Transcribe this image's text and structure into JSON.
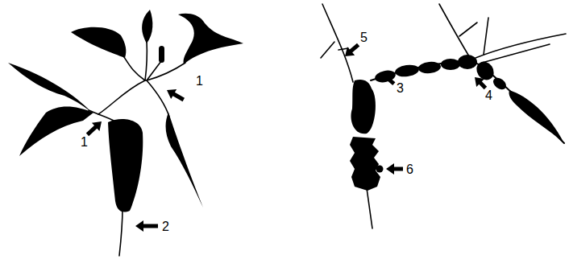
{
  "diagram": {
    "labels": [
      "1",
      "1",
      "2",
      "5",
      "3",
      "4",
      "6"
    ]
  }
}
